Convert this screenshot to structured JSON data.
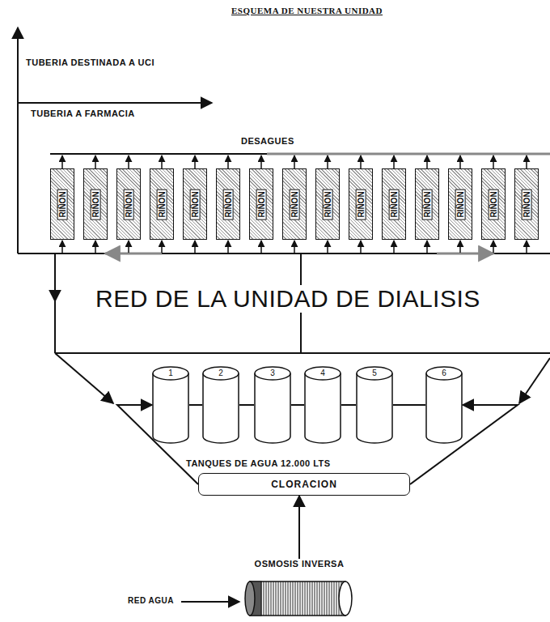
{
  "diagram": {
    "title": "ESQUEMA DE NUESTRA UNIDAD",
    "nodes": [
      {
        "text": [
          "RIÑON"
        ]
      },
      {
        "text": [
          "RIÑON"
        ]
      },
      {
        "text": [
          "RIÑON"
        ]
      },
      {
        "text": [
          "RIÑON"
        ]
      },
      {
        "text": [
          "RIÑON"
        ]
      },
      {
        "text": [
          "RIÑON"
        ]
      },
      {
        "text": [
          "RIÑON"
        ]
      },
      {
        "text": [
          "RIÑON"
        ]
      },
      {
        "text": [
          "RIÑON"
        ]
      },
      {
        "text": [
          "RIÑON"
        ]
      },
      {
        "text": [
          "RIÑON"
        ]
      },
      {
        "text": [
          "RIÑON"
        ]
      },
      {
        "text": [
          "RIÑON"
        ]
      },
      {
        "text": [
          "RIÑON"
        ]
      },
      {
        "text": [
          "RIÑON"
        ]
      },
      {
        "text": [
          "1"
        ]
      },
      {
        "text": [
          "2"
        ]
      },
      {
        "text": [
          "3"
        ]
      },
      {
        "text": [
          "4"
        ]
      },
      {
        "text": [
          "5"
        ]
      },
      {
        "text": [
          "6"
        ]
      },
      {
        "text": [
          "CLORACION"
        ]
      },
      {
        "text": [
          "OSMOSIS INVERSA"
        ]
      }
    ],
    "edges": [
      {
        "from": 22,
        "to": 21,
        "arrow": "to"
      },
      {
        "from": 21,
        "to": 15,
        "arrow": "to"
      },
      {
        "from": 21,
        "to": 20,
        "arrow": "to"
      },
      {
        "from": 15,
        "to": 16,
        "arrow": "none"
      },
      {
        "from": 16,
        "to": 17,
        "arrow": "none"
      },
      {
        "from": 17,
        "to": 18,
        "arrow": "none"
      },
      {
        "from": 18,
        "to": 19,
        "arrow": "none"
      },
      {
        "from": 19,
        "to": 20,
        "arrow": "none"
      }
    ],
    "labels": [
      "TUBERIA DESTINADA A UCI",
      "TUBERIA A FARMACIA",
      "DESAGUES",
      "RED DE LA UNIDAD DE DIALISIS",
      "TANQUES DE AGUA 12.000 LTS",
      "RED AGUA"
    ]
  }
}
